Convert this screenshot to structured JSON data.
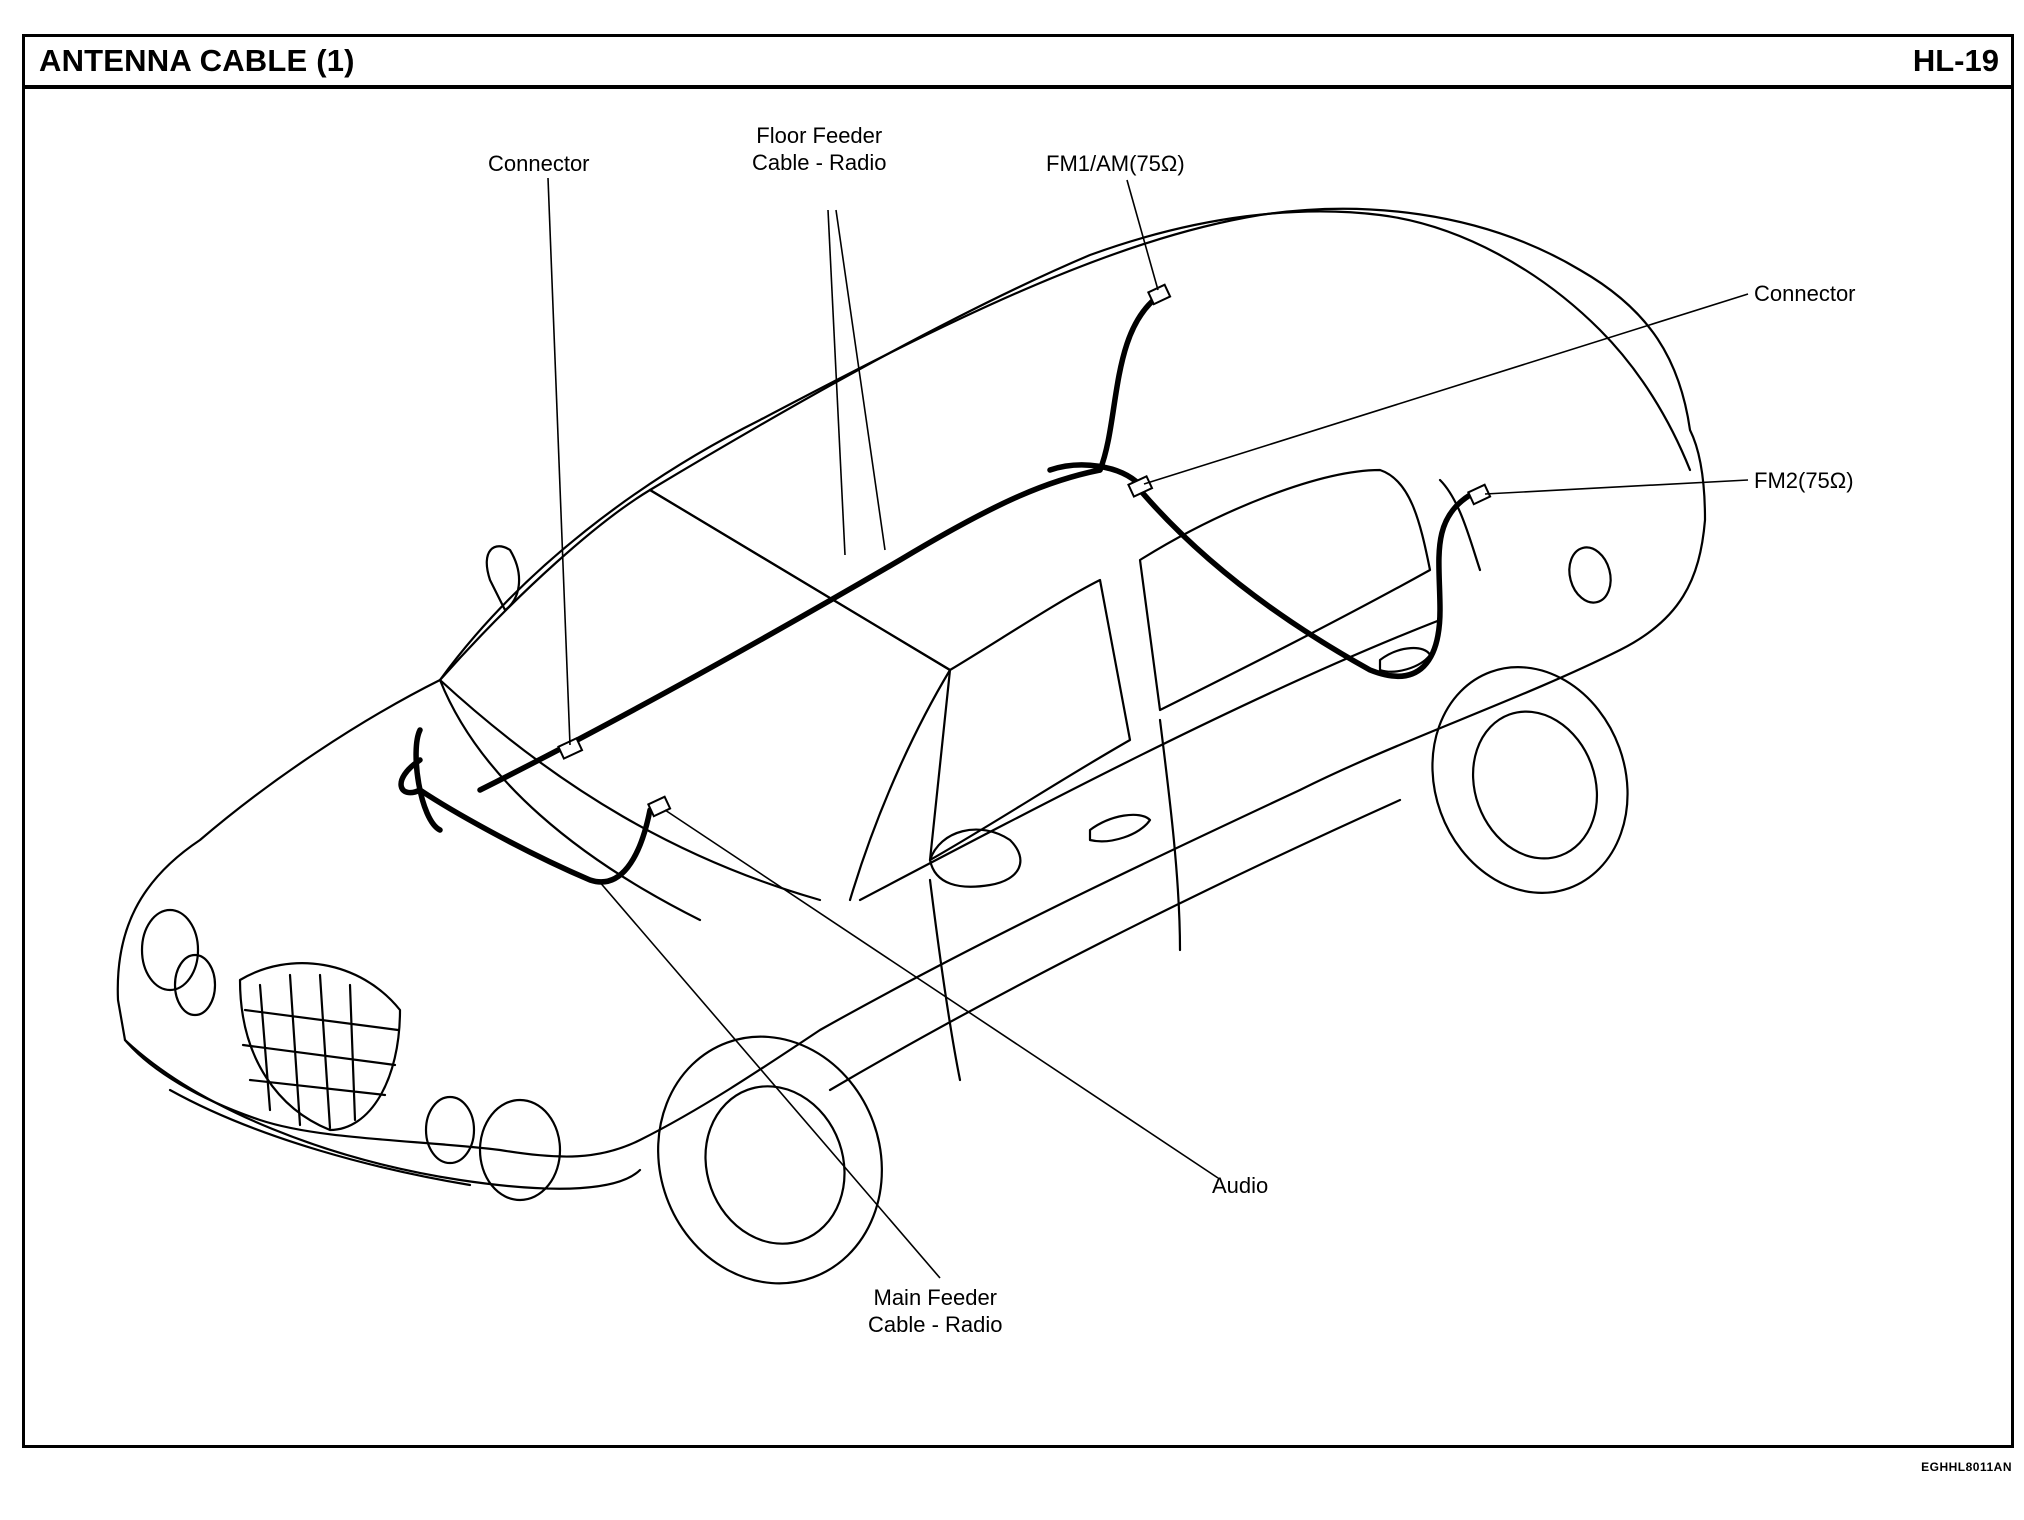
{
  "header": {
    "title": "ANTENNA CABLE (1)",
    "page_code": "HL-19"
  },
  "figure_code": "EGHHL8011AN",
  "labels": {
    "connector_left": "Connector",
    "floor_feeder_line1": "Floor Feeder",
    "floor_feeder_line2": "Cable - Radio",
    "fm1_am": "FM1/AM(75Ω)",
    "connector_right": "Connector",
    "fm2": "FM2(75Ω)",
    "audio": "Audio",
    "main_feeder_line1": "Main Feeder",
    "main_feeder_line2": "Cable - Radio"
  }
}
